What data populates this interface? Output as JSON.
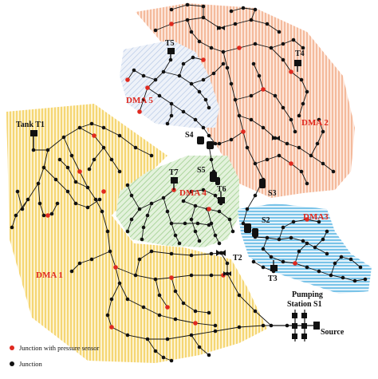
{
  "zones": {
    "dma1": "DMA 1",
    "dma2": "DMA 2",
    "dma3": "DMA3",
    "dma4": "DMA 4",
    "dma5": "DMA 5"
  },
  "labels": {
    "tank_t1": "Tank T1",
    "t2": "T2",
    "t3": "T3",
    "t4": "T4",
    "t5": "T5",
    "t6": "T6",
    "t7": "T7",
    "s2": "S2",
    "s3": "S3",
    "s4": "S4",
    "s5": "S5",
    "pumping_line1": "Pumping",
    "pumping_line2": "Station S1",
    "source": "Source"
  },
  "legend": {
    "sensor": "Junction with pressure sensor",
    "junction": "Junction"
  },
  "colors": {
    "dma1": "#f2c94c",
    "dma2": "#f0a27a",
    "dma3": "#3fa9df",
    "dma4": "#9fcf8e",
    "dma5": "#9eb6df",
    "sensor": "#e0291f",
    "junction": "#111111"
  }
}
